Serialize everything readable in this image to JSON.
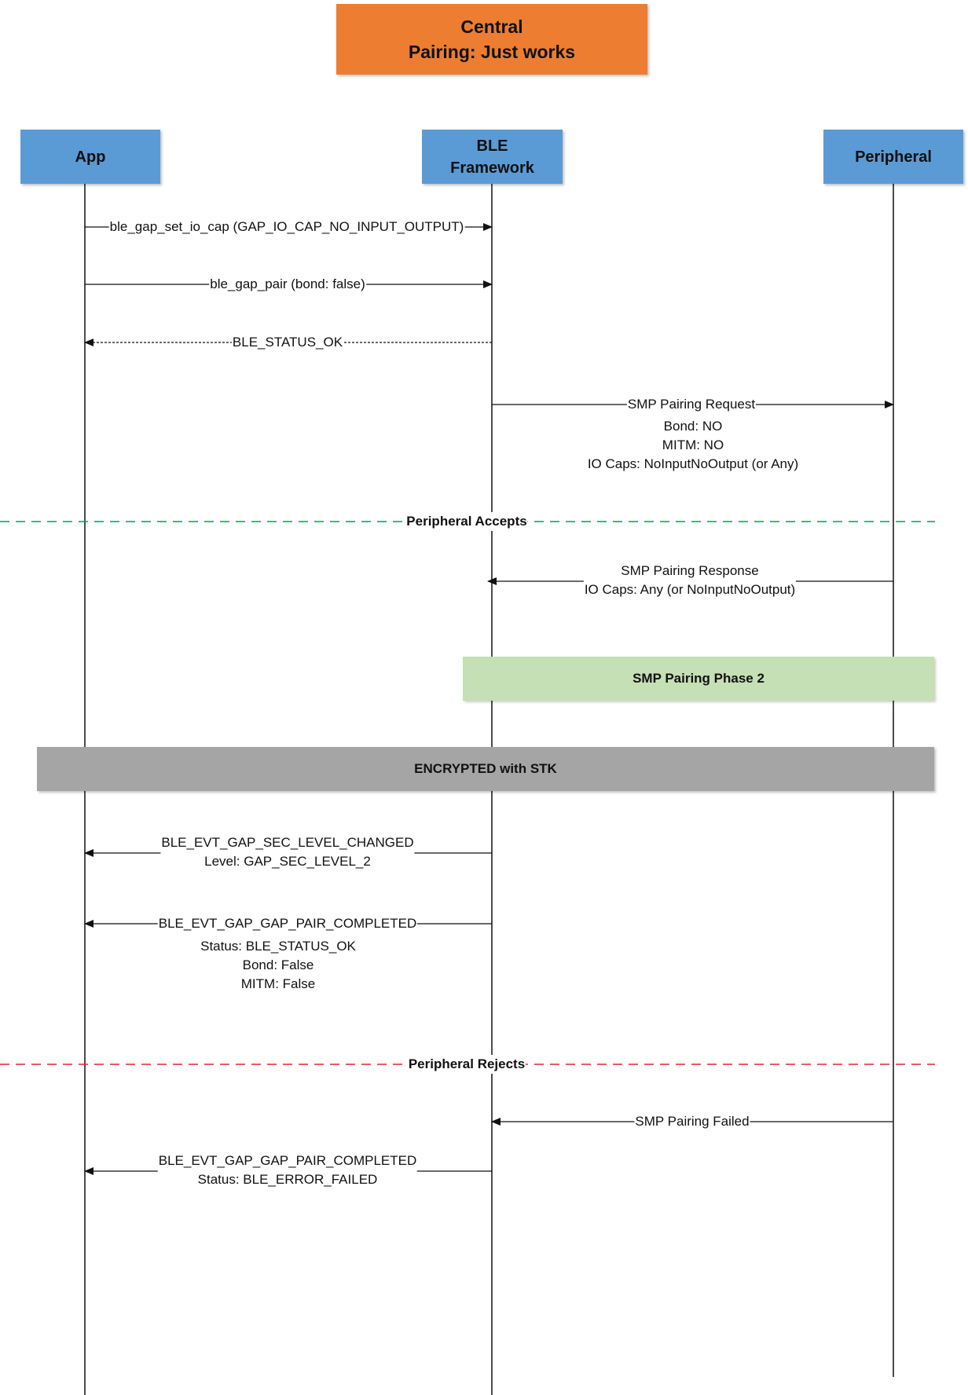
{
  "title": {
    "line1": "Central",
    "line2": "Pairing: Just works"
  },
  "actors": {
    "app": "App",
    "ble_line1": "BLE",
    "ble_line2": "Framework",
    "peripheral": "Peripheral"
  },
  "messages": {
    "set_io_cap": "ble_gap_set_io_cap (GAP_IO_CAP_NO_INPUT_OUTPUT)",
    "pair": "ble_gap_pair (bond: false)",
    "status_ok": "BLE_STATUS_OK",
    "smp_request": {
      "title": "SMP Pairing Request",
      "line1": "Bond: NO",
      "line2": "MITM: NO",
      "line3": "IO Caps:  NoInputNoOutput (or Any)"
    },
    "peripheral_accepts": "Peripheral Accepts",
    "smp_response": {
      "line1": "SMP Pairing Response",
      "line2": "IO Caps:  Any  (or NoInputNoOutput)"
    },
    "phase2": "SMP Pairing Phase 2",
    "encrypted": "ENCRYPTED with STK",
    "sec_level_changed": {
      "line1": "BLE_EVT_GAP_SEC_LEVEL_CHANGED",
      "line2": "Level: GAP_SEC_LEVEL_2"
    },
    "pair_completed_ok": {
      "title": "BLE_EVT_GAP_GAP_PAIR_COMPLETED",
      "line1": "Status: BLE_STATUS_OK",
      "line2": "Bond: False",
      "line3": "MITM: False"
    },
    "peripheral_rejects": "Peripheral Rejects",
    "smp_failed": "SMP Pairing Failed",
    "pair_completed_fail": {
      "line1": "BLE_EVT_GAP_GAP_PAIR_COMPLETED",
      "line2": "Status: BLE_ERROR_FAILED"
    }
  },
  "colors": {
    "title_box": "#ED7D31",
    "actor_box": "#5B9BD5",
    "phase_box": "#C5E0B4",
    "encrypted_box": "#A5A5A5",
    "accept_separator": "#00A050",
    "reject_separator": "#E8232A"
  }
}
